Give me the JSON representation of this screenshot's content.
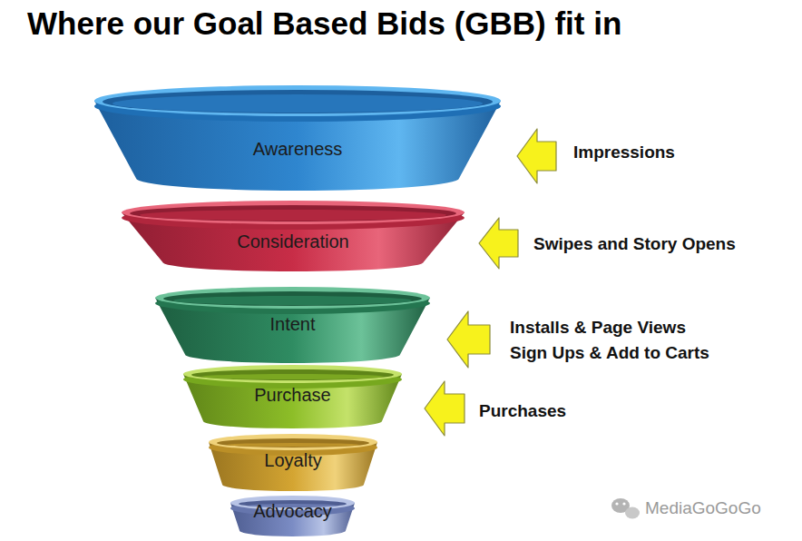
{
  "diagram": {
    "title": "Where our Goal Based Bids (GBB) fit in",
    "nodes": [
      {
        "text": [
          "Awareness"
        ]
      },
      {
        "text": [
          "Consideration"
        ]
      },
      {
        "text": [
          "Intent"
        ]
      },
      {
        "text": [
          "Purchase"
        ]
      },
      {
        "text": [
          "Loyalty"
        ]
      },
      {
        "text": [
          "Advocacy"
        ]
      }
    ],
    "labels": [
      "Impressions",
      "Swipes and Story Opens",
      "Installs & Page Views",
      "Sign Ups & Add to Carts",
      "Purchases",
      "MediaGoGoGo"
    ]
  }
}
